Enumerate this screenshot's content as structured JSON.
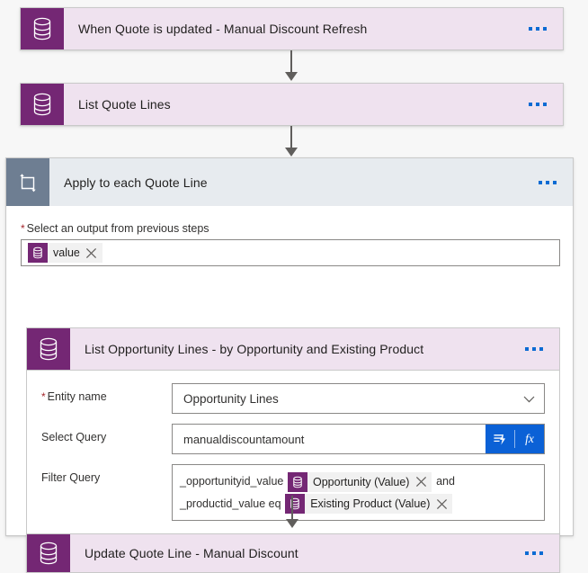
{
  "flow": {
    "trigger": {
      "title": "When Quote is updated - Manual Discount Refresh",
      "icon": "dataverse-database-icon",
      "menu": "more-options"
    },
    "list_quote_lines": {
      "title": "List Quote Lines",
      "icon": "dataverse-database-icon",
      "menu": "more-options"
    },
    "apply_to_each": {
      "title": "Apply to each Quote Line",
      "icon": "loop-foreach-icon",
      "menu": "more-options",
      "output_field": {
        "label": "Select an output from previous steps",
        "required": true,
        "token": {
          "text": "value",
          "icon": "dataverse-database-icon",
          "remove": "remove-token"
        }
      },
      "inner_action": {
        "title": "List Opportunity Lines - by Opportunity and Existing Product",
        "icon": "dataverse-database-icon",
        "menu": "more-options",
        "fields": [
          {
            "label": "Entity name",
            "required": true,
            "type": "combobox",
            "value": "Opportunity Lines",
            "chevron": "chevron-down-icon"
          },
          {
            "label": "Select Query",
            "required": false,
            "type": "text-with-buttons",
            "value": "manualdiscountamount",
            "buttons": [
              {
                "name": "dynamic-content-button",
                "glyph": "lightning"
              },
              {
                "name": "expression-button",
                "glyph": "fx"
              }
            ]
          },
          {
            "label": "Filter Query",
            "required": false,
            "type": "rich-token-field",
            "parts": [
              {
                "kind": "text",
                "text": "_opportunityid_value"
              },
              {
                "kind": "token",
                "text": "Opportunity (Value)",
                "icon": "dataverse-database-icon",
                "remove": "remove-token"
              },
              {
                "kind": "text",
                "text": "and _productid_value eq"
              },
              {
                "kind": "token",
                "text": "Existing Product (Value)",
                "icon": "dataverse-database-icon",
                "remove": "remove-token"
              }
            ]
          }
        ]
      },
      "final_action": {
        "title": "Update Quote Line - Manual Discount",
        "icon": "dataverse-database-icon",
        "menu": "more-options"
      }
    }
  },
  "colors": {
    "dataverse_purple": "#742774",
    "card_background": "#EFE2EF",
    "scope_header": "#E7EBEF",
    "scope_icon": "#6E7E92",
    "accent_blue": "#0b61d6",
    "menu_dot_blue": "#0b6bd3",
    "required_red": "#a4262c",
    "connector_gray": "#605e5c"
  }
}
